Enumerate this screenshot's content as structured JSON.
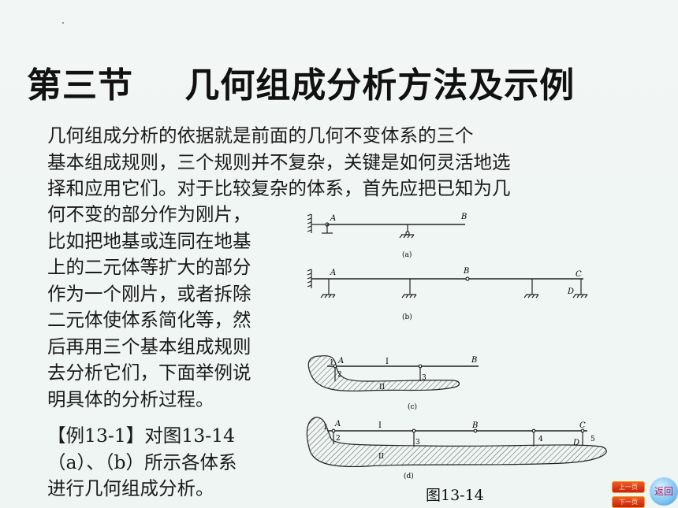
{
  "title": "第三节    几何组成分析方法及示例",
  "paragraph1": [
    "        几何组成分析的依据就是前面的几何不变体系的三个",
    "基本组成规则，三个规则并不复杂，关键是如何灵活地选",
    "择和应用它们。对于比较复杂的体系，首先应把已知为几"
  ],
  "paragraph2": [
    "何不变的部分作为刚片，",
    "比如把地基或连同在地基",
    "上的二元体等扩大的部分",
    "作为一个刚片，或者拆除",
    "二元体使体系简化等，然",
    "后再用三个基本组成规则",
    "去分析它们，下面举例说",
    "明具体的分析过程。"
  ],
  "paragraph3": [
    "        【例13-1】对图13-14",
    "（a）、（b）所示各体系",
    "进行几何组成分析。"
  ],
  "figure": {
    "caption": "图13-14",
    "labels": {
      "a": "(a)",
      "b": "(b)",
      "c": "(c)",
      "d": "(d)",
      "A": "A",
      "B": "B",
      "C": "C",
      "D": "D",
      "I": "I",
      "II": "II",
      "n1": "1",
      "n2": "2",
      "n3": "3",
      "n4": "4",
      "n5": "5"
    }
  },
  "nav": {
    "prev_label": "上一页",
    "next_label": "下一页",
    "back_label": "返回"
  },
  "colors": {
    "background": "#f2f7f5",
    "nav_button": "#e0401c",
    "back_button": "#7cc3f0"
  }
}
